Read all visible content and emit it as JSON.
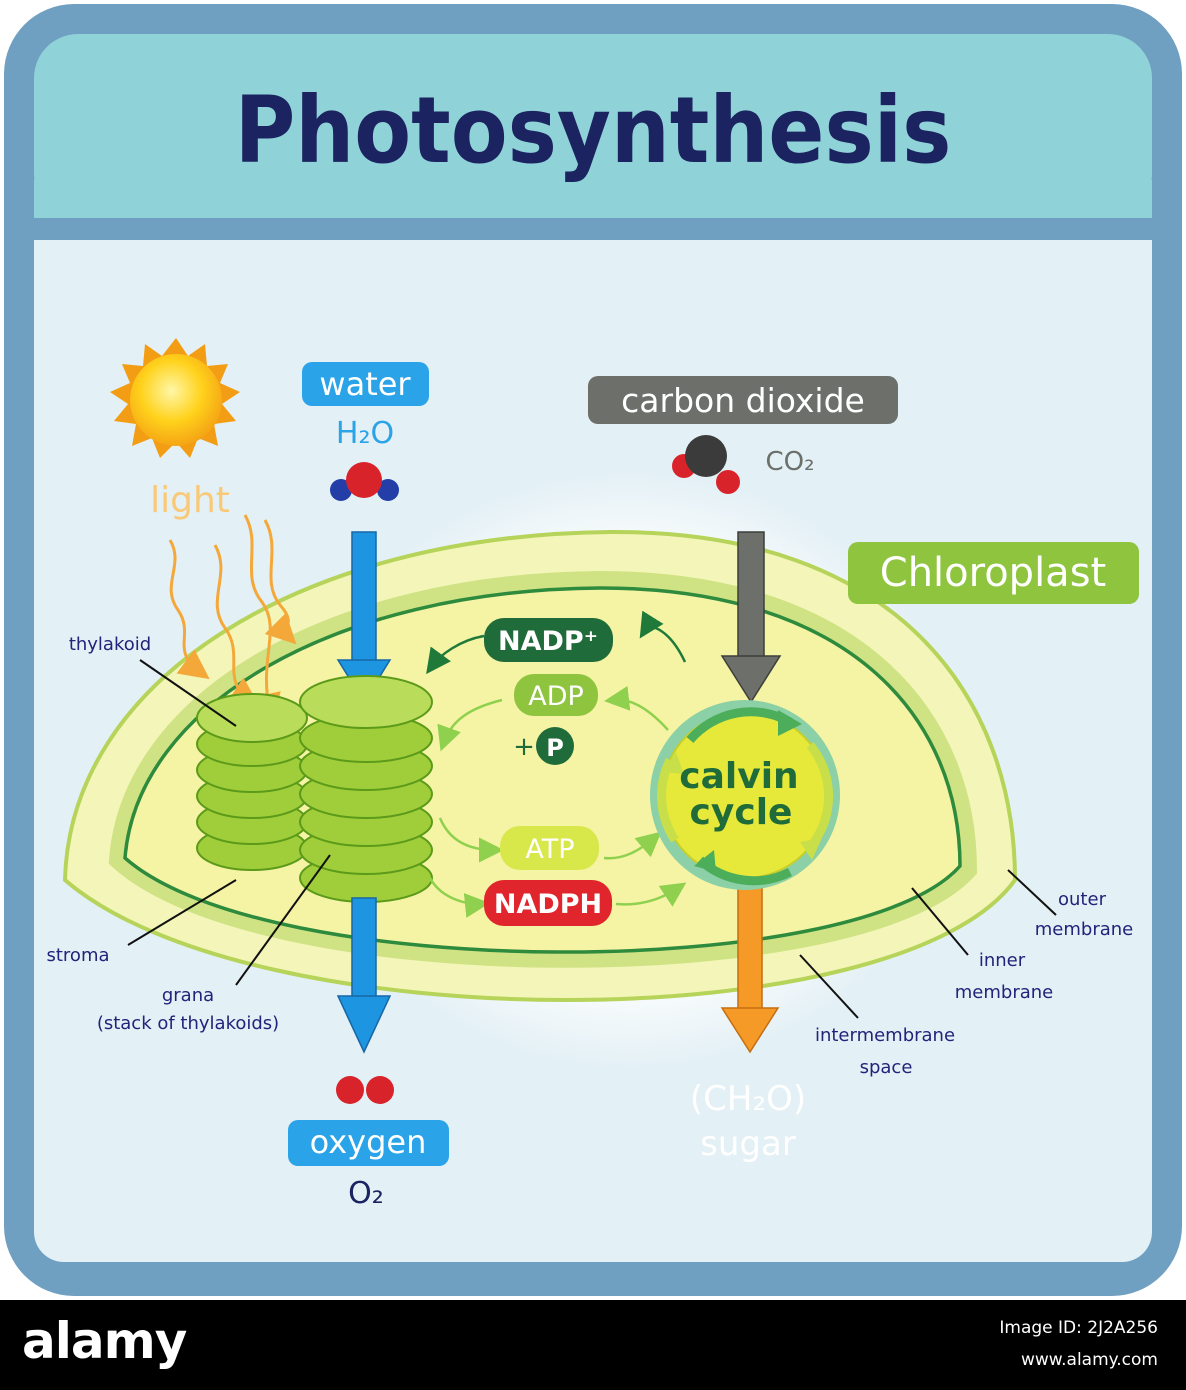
{
  "title": "Photosynthesis",
  "colors": {
    "frame": "#6f9fc1",
    "header": "#8fd3d8",
    "panel": "#e3f0f5",
    "outer_membrane": "#f2f4b7",
    "intermembrane": "#c9e07a",
    "stroma": "#f5f3a4",
    "water_arrow": "#1e95e0",
    "co2_arrow": "#6d6f6a",
    "sugar_arrow": "#f59a26",
    "title_text": "#1b2360",
    "label_text": "#21247a"
  },
  "inputs": {
    "water": {
      "label": "water",
      "formula": "H₂O"
    },
    "light": {
      "label": "light"
    },
    "co2": {
      "label": "carbon dioxide",
      "formula": "CO₂"
    }
  },
  "outputs": {
    "oxygen": {
      "label": "oxygen",
      "formula": "O₂"
    },
    "sugar": {
      "formula": "(CH₂O)",
      "label": "sugar"
    }
  },
  "organelle": {
    "label": "Chloroplast"
  },
  "molecules": {
    "nadp": "NADP⁺",
    "adp": "ADP",
    "plus_p": "+",
    "p": "P",
    "atp": "ATP",
    "nadph": "NADPH"
  },
  "calvin": {
    "line1": "calvin",
    "line2": "cycle"
  },
  "parts": {
    "thylakoid": "thylakoid",
    "stroma": "stroma",
    "grana_line1": "grana",
    "grana_line2": "(stack of thylakoids)",
    "outer_line1": "outer",
    "outer_line2": "membrane",
    "inner_line1": "inner",
    "inner_line2": "membrane",
    "intermembrane_line1": "intermembrane",
    "intermembrane_line2": "space"
  },
  "footer": {
    "brand": "alamy",
    "image_id": "Image ID: 2J2A256",
    "site": "www.alamy.com"
  }
}
